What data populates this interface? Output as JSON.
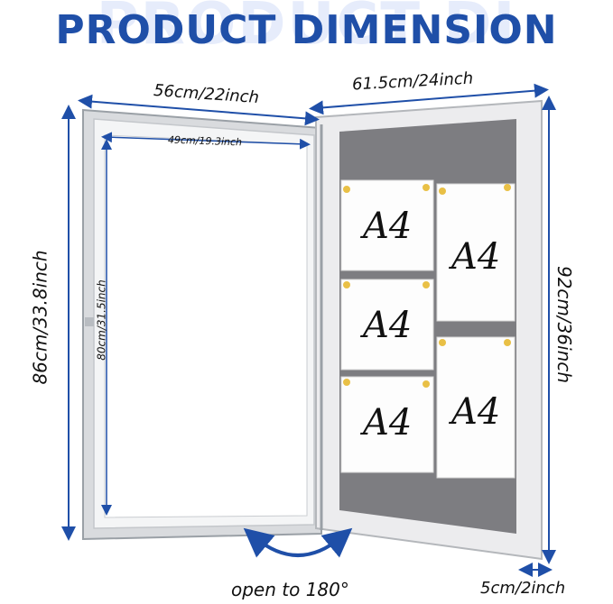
{
  "banner": {
    "background_word": "PRODUCT DI",
    "title": "PRODUCT DIMENSION"
  },
  "dimensions": {
    "door_outer_width": "56cm/22inch",
    "cabinet_width": "61.5cm/24inch",
    "door_inner_width": "49cm/19.3inch",
    "door_outer_height": "86cm/33.8inch",
    "door_inner_height": "80cm/31.5inch",
    "cabinet_height": "92cm/36inch",
    "cabinet_depth": "5cm/2inch"
  },
  "papers": [
    "A4",
    "A4",
    "A4",
    "A4",
    "A4"
  ],
  "caption": {
    "open": "open to 180°"
  },
  "colors": {
    "accent": "#1f4fa8",
    "cork": "#7d7d81",
    "frame": "#e9eaec"
  }
}
